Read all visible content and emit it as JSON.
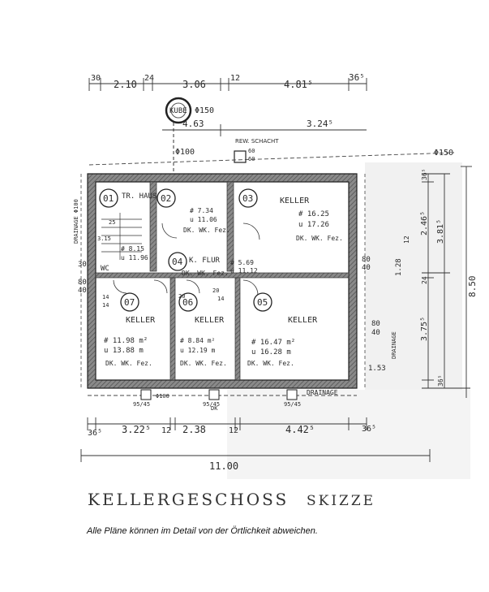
{
  "dimensions": {
    "top_row": [
      "30",
      "2.10",
      "24",
      "3.06",
      "12",
      "4.81⁵",
      "36⁵"
    ],
    "top_second": [
      "4.63",
      "3.24⁵"
    ],
    "sewer_pipe": "Φ150",
    "sewer_pipe_right": "Φ150",
    "pipe_100": "Φ100",
    "left_side": [
      "30",
      "80",
      "40"
    ],
    "left_vertical": "DRAINAGE Φ100",
    "right_chain": [
      "36⁵",
      "2.46⁵",
      "12",
      "3.81⁵",
      "1.28",
      "24",
      "3.75⁵",
      "36⁵"
    ],
    "right_total": "8.50",
    "right_inner": [
      "80",
      "40",
      "80",
      "40"
    ],
    "right_drain_label": "DRAINAGE",
    "right_value": "1.53",
    "bottom_row": [
      "36⁵",
      "3.22⁵",
      "12",
      "2.38",
      "12",
      "4.42⁵",
      "36⁵"
    ],
    "bottom_total": "11.00",
    "bottom_pipe": "Φ100",
    "bottom_drain": "DRAINAGE",
    "shafts": [
      "95/45",
      "95/45",
      "95/45"
    ],
    "dk_label": "DK",
    "rew_label": "REW. SCHACHT",
    "rew_sizes": [
      "60",
      "60"
    ],
    "sewer_label": "KUBE"
  },
  "rooms": [
    {
      "num": "01",
      "name": "TR. HAUS",
      "area": "",
      "perimeter": "",
      "finish": ""
    },
    {
      "num": "02",
      "name": "",
      "area": "# 7.34",
      "perimeter": "u 11.06",
      "finish": "DK. WK. Fez."
    },
    {
      "num": "03",
      "name": "KELLER",
      "area": "# 16.25",
      "perimeter": "u 17.26",
      "finish": "DK. WK. Fez."
    },
    {
      "num": "04",
      "name": "K. FLUR",
      "area": "# 5.69",
      "perimeter": "u 11.12",
      "finish": "DK. WK. Fez."
    },
    {
      "num": "05",
      "name": "KELLER",
      "area": "# 16.47 m²",
      "perimeter": "u 16.28 m",
      "finish": "DK. WK. Fez."
    },
    {
      "num": "06",
      "name": "KELLER",
      "area": "# 8.84 m²",
      "perimeter": "u 12.19 m",
      "finish": "DK. WK. Fez."
    },
    {
      "num": "07",
      "name": "KELLER",
      "area": "# 11.98 m²",
      "perimeter": "u 13.88 m",
      "finish": "DK. WK. Fez."
    }
  ],
  "misc": {
    "wc_area": "# 8.15",
    "wc_perim": "u 11.96",
    "wc_label": "WC",
    "small_values": [
      "3.15",
      "25",
      "20",
      "14",
      "20",
      "14",
      "14"
    ]
  },
  "title": "KELLERGESCHOSS",
  "subtitle": "SKIZZE",
  "caption": "Alle Pläne können im Detail von der Örtlichkeit abweichen."
}
